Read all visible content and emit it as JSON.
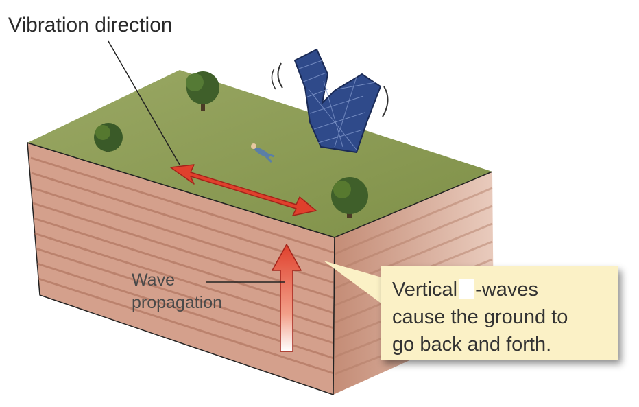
{
  "labels": {
    "vibration_direction": "Vibration direction",
    "wave_line1": "Wave",
    "wave_line2": "propagation"
  },
  "callout": {
    "line1_part1": "Vertical",
    "line1_part2": "-waves",
    "line2": "cause the ground to",
    "line3": "go back and forth."
  },
  "colors": {
    "arrow": "#e0402c",
    "soil": "#c9907a",
    "grass": "#8a9a55",
    "callout_bg": "#fbf1c6",
    "building": "#2f4a8a"
  },
  "icons": [
    "tree",
    "building",
    "person"
  ]
}
